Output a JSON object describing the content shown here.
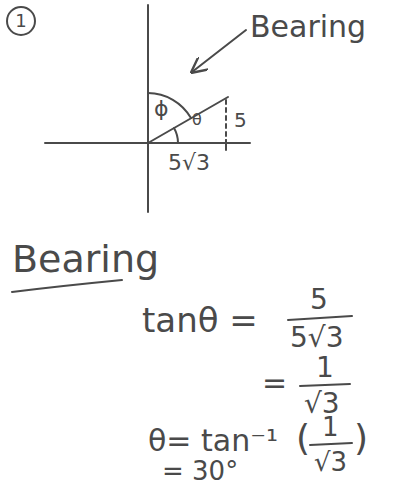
{
  "diagram": {
    "nodes": [
      {
        "text": [
          "1"
        ]
      }
    ],
    "labels": [
      "Bearing",
      "ϕ",
      "θ",
      "5",
      "5√3",
      "Bearing",
      "tanθ =",
      "5",
      "5√3",
      "=",
      "1",
      "√3",
      "θ= tan⁻¹",
      "(",
      "1",
      "√3",
      ")",
      "= 30°"
    ]
  }
}
